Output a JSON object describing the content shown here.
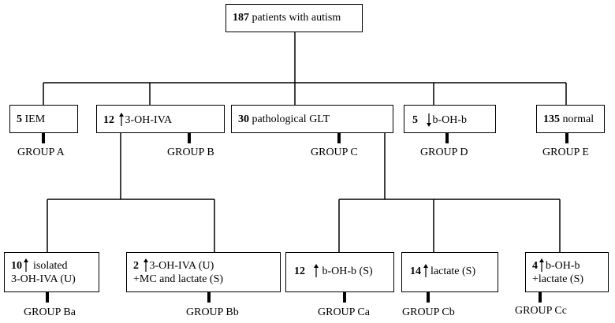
{
  "root": {
    "count": "187",
    "label": "patients with autism"
  },
  "level1": [
    {
      "id": "a",
      "count": "5",
      "label": "IEM",
      "arrow": "",
      "group": "GROUP A"
    },
    {
      "id": "b",
      "count": "12",
      "label": "3-OH-IVA",
      "arrow": "up",
      "group": "GROUP B"
    },
    {
      "id": "c",
      "count": "30",
      "label": "pathological GLT",
      "arrow": "",
      "group": "GROUP C"
    },
    {
      "id": "d",
      "count": "5",
      "label": "b-OH-b",
      "arrow": "down",
      "group": "GROUP D"
    },
    {
      "id": "e",
      "count": "135",
      "label": "normal",
      "arrow": "",
      "group": "GROUP E"
    }
  ],
  "level2": [
    {
      "id": "ba",
      "count": "10",
      "line1": "isolated",
      "line2": "3-OH-IVA (U)",
      "group": "GROUP Ba"
    },
    {
      "id": "bb",
      "count": "2",
      "line1": "3-OH-IVA (U)",
      "line2": "+MC and lactate (S)",
      "group": "GROUP Bb"
    },
    {
      "id": "ca",
      "count": "12",
      "line1": "b-OH-b (S)",
      "line2": "",
      "group": "GROUP Ca"
    },
    {
      "id": "cb",
      "count": "14",
      "line1": "lactate (S)",
      "line2": "",
      "group": "GROUP Cb"
    },
    {
      "id": "cc",
      "count": "4",
      "line1": "b-OH-b",
      "line2": "+lactate (S)",
      "group": "GROUP Cc"
    }
  ]
}
